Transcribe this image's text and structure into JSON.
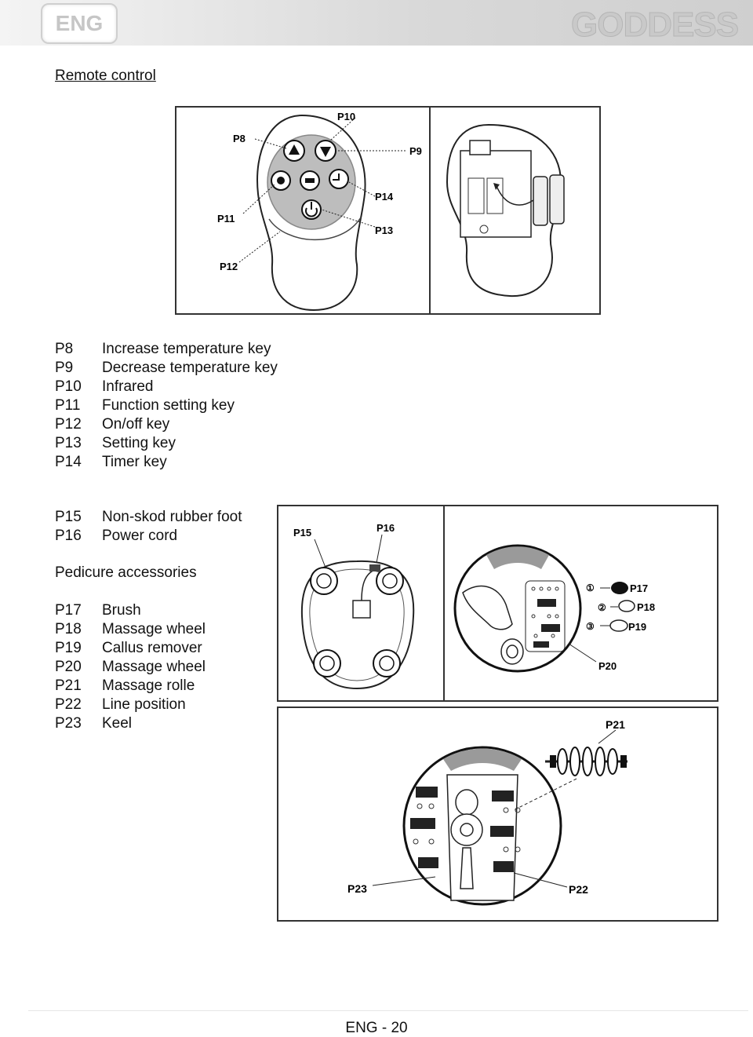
{
  "header": {
    "language": "ENG",
    "brand": "GODDESS"
  },
  "remote_section": {
    "title": "Remote control",
    "figure_labels": [
      "P8",
      "P9",
      "P10",
      "P11",
      "P12",
      "P13",
      "P14"
    ],
    "items": [
      {
        "code": "P8",
        "text": "Increase temperature key"
      },
      {
        "code": "P9",
        "text": "Decrease temperature key"
      },
      {
        "code": "P10",
        "text": "Infrared"
      },
      {
        "code": "P11",
        "text": "Function setting key"
      },
      {
        "code": "P12",
        "text": "On/off key"
      },
      {
        "code": "P13",
        "text": "Setting key"
      },
      {
        "code": "P14",
        "text": "Timer key"
      }
    ]
  },
  "base_section": {
    "items": [
      {
        "code": "P15",
        "text": "Non-skod rubber foot"
      },
      {
        "code": "P16",
        "text": "Power cord"
      }
    ]
  },
  "accessories_section": {
    "title": "Pedicure accessories",
    "items": [
      {
        "code": "P17",
        "text": "Brush"
      },
      {
        "code": "P18",
        "text": "Massage wheel"
      },
      {
        "code": "P19",
        "text": "Callus remover"
      },
      {
        "code": "P20",
        "text": "Massage wheel"
      },
      {
        "code": "P21",
        "text": "Massage rolle"
      },
      {
        "code": "P22",
        "text": "Line position"
      },
      {
        "code": "P23",
        "text": "Keel"
      }
    ]
  },
  "figure2_labels": {
    "p15": "P15",
    "p16": "P16",
    "p17": "P17",
    "p18": "P18",
    "p19": "P19",
    "p20": "P20",
    "circ1": "①",
    "circ2": "②",
    "circ3": "③"
  },
  "figure3_labels": {
    "p21": "P21",
    "p22": "P22",
    "p23": "P23"
  },
  "footer": {
    "page": "ENG - 20"
  }
}
